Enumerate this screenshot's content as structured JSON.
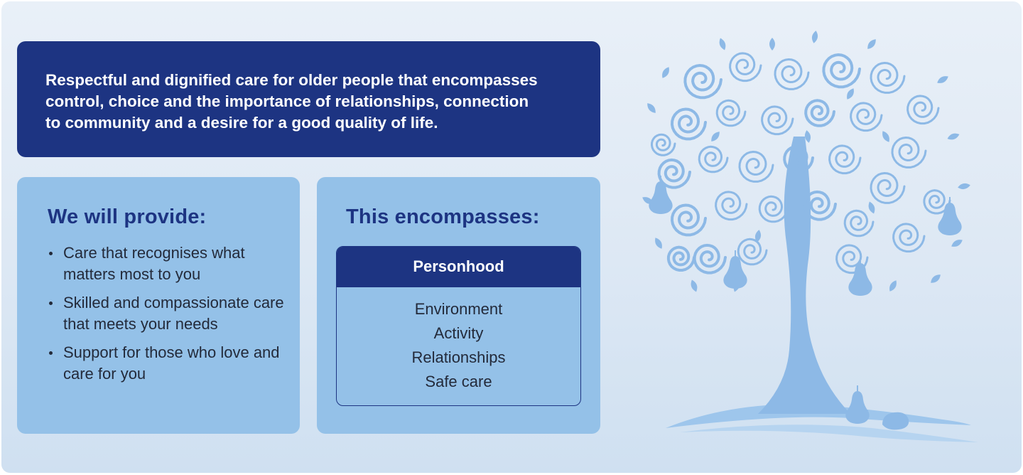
{
  "banner": {
    "line1": "Respectful and dignified care for older people that encompasses",
    "line2": "control, choice and the importance of relationships, connection",
    "line3": "to community and a desire for a good quality of life."
  },
  "provide": {
    "heading": "We will provide:",
    "items": [
      "Care that recognises what matters most to you",
      "Skilled and compassionate care that meets your needs",
      "Support for those who love and care for you"
    ]
  },
  "encompasses": {
    "heading": "This encompasses:",
    "header_cell": "Personhood",
    "rows": [
      "Environment",
      "Activity",
      "Relationships",
      "Safe care"
    ]
  },
  "colors": {
    "navy": "#1d3482",
    "card_blue": "#94c1e8",
    "tree_blue": "#8db9e6",
    "background": "#e3ecf6"
  },
  "illustration": {
    "icon": "pear-tree-illustration"
  }
}
